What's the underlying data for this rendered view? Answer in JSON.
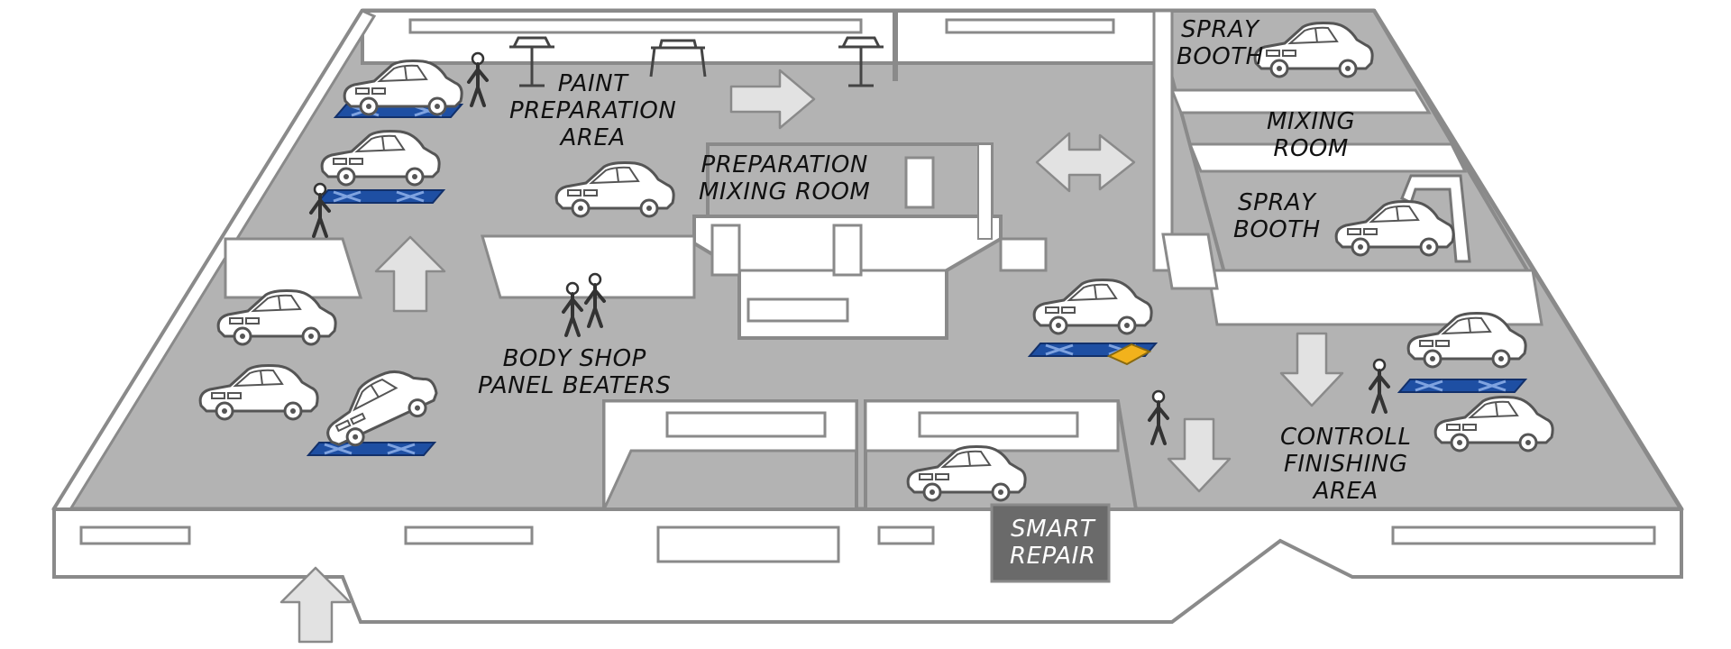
{
  "colors": {
    "floor": "#b3b3b3",
    "wall": "#ffffff",
    "wall_stroke": "#8a8a8a",
    "lift_blue": "#1e4fa3",
    "lift_yellow": "#f2b21c",
    "arrow": "#e2e2e2",
    "car": "#ffffff"
  },
  "labels": {
    "paint_prep": [
      "PAINT",
      "PREPARATION",
      "AREA"
    ],
    "prep_mixing": [
      "PREPARATION",
      "MIXING ROOM"
    ],
    "spray_booth_top": [
      "SPRAY",
      "BOOTH"
    ],
    "mixing_room": [
      "MIXING",
      "ROOM"
    ],
    "spray_booth_mid": [
      "SPRAY",
      "BOOTH"
    ],
    "body_shop": [
      "BODY SHOP",
      "PANEL BEATERS"
    ],
    "controll_finishing": [
      "CONTROLL",
      "FINISHING",
      "AREA"
    ],
    "smart_repair": [
      "SMART",
      "REPAIR"
    ]
  },
  "icons": [
    "car-icon",
    "vehicle-lift-icon",
    "flow-arrow-icon",
    "person-icon",
    "paint-stand-icon",
    "door-icon",
    "window-icon",
    "spray-arch-icon"
  ]
}
